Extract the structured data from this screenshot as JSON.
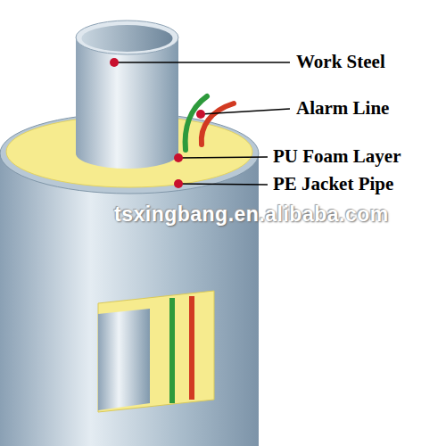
{
  "diagram": {
    "labels": [
      "Work Steel",
      "Alarm Line",
      "PU Foam Layer",
      "PE Jacket Pipe",
      "tsxingbang.en.alibaba.com"
    ]
  }
}
